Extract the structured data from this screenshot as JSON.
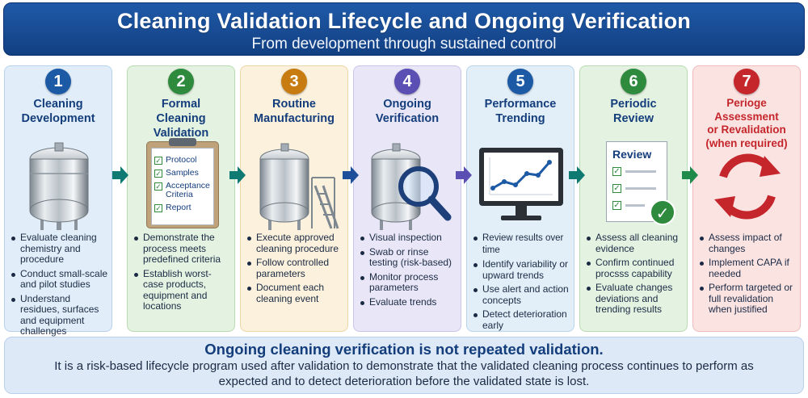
{
  "header": {
    "title": "Cleaning Validation Lifecycle and Ongoing Verification",
    "subtitle": "From development through sustained control"
  },
  "colors": {
    "header_bg": "#1a4f96",
    "step1": "#1d5aa6",
    "step2": "#2e8a3c",
    "step3": "#c77b11",
    "step4": "#5b4fb3",
    "step5": "#1d5aa6",
    "step6": "#2e8a3c",
    "step7": "#c4262b",
    "arrow": "#0f7a72"
  },
  "steps": [
    {
      "number": "1",
      "title_lines": [
        "Cleaning",
        "Development"
      ],
      "icon": "stainless-tank-icon",
      "bullets": [
        "Evaluate cleaning chemistry and procedure",
        "Conduct small-scale and pilot studies",
        "Understand residues, surfaces and equipment challenges"
      ]
    },
    {
      "number": "2",
      "title_lines": [
        "Formal",
        "Cleaning Validation"
      ],
      "icon": "clipboard-checklist-icon",
      "clipboard_items": [
        "Protocol",
        "Samples",
        "Acceptance Criteria",
        "Report"
      ],
      "bullets": [
        "Demonstrate the process meets predefined criteria",
        "Establish worst-case products, equipment and locations"
      ]
    },
    {
      "number": "3",
      "title_lines": [
        "Routine",
        "Manufacturing"
      ],
      "icon": "tank-with-stairs-icon",
      "bullets": [
        "Execute approved cleaning procedure",
        "Follow controlled parameters",
        "Document each cleaning event"
      ]
    },
    {
      "number": "4",
      "title_lines": [
        "Ongoing",
        "Verification"
      ],
      "icon": "tank-magnifier-icon",
      "bullets": [
        "Visual inspection",
        "Swab or rinse testing (risk-based)",
        "Monitor process parameters",
        "Evaluate trends"
      ]
    },
    {
      "number": "5",
      "title_lines": [
        "Performance",
        "Trending"
      ],
      "icon": "trend-monitor-icon",
      "bullets": [
        "Review results over time",
        "Identify variability or upward trends",
        "Use alert and action concepts",
        "Detect deterioration early"
      ]
    },
    {
      "number": "6",
      "title_lines": [
        "Periodic",
        "Review"
      ],
      "icon": "review-document-icon",
      "doc_title": "Review",
      "bullets": [
        "Assess all cleaning evidence",
        "Confirm continued procsss capability",
        "Evaluate changes deviations and trending results"
      ]
    },
    {
      "number": "7",
      "title_lines": [
        "Perioge Assessment",
        "or Revalidation",
        "(when required)"
      ],
      "icon": "cycle-arrows-icon",
      "bullets": [
        "Assess impact of changes",
        "Implement CAPA if needed",
        "Perform targeted or full revalidation when justified"
      ]
    }
  ],
  "footer": {
    "title": "Ongoing cleaning verification is not repeated validation.",
    "body": "It is a risk-based lifecycle program used after validation to demonstrate that the validated cleaning process continues to perform as expected and to detect deterioration before the validated state is lost."
  }
}
